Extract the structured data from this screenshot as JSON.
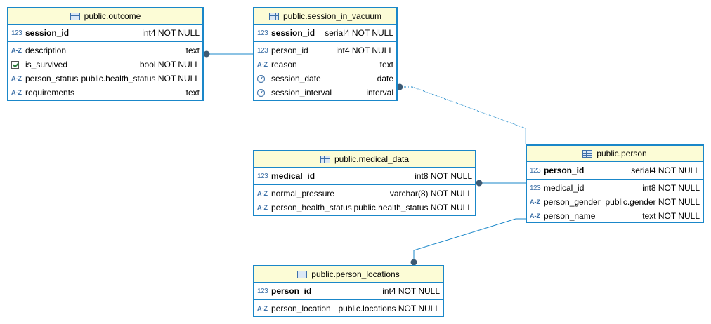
{
  "entities": {
    "outcome": {
      "title": "public.outcome",
      "pk": [
        {
          "icon": "123",
          "name": "session_id",
          "type": "int4 NOT NULL"
        }
      ],
      "columns": [
        {
          "icon": "A-Z",
          "name": "description",
          "type": "text"
        },
        {
          "icon": "check",
          "name": "is_survived",
          "type": "bool NOT NULL"
        },
        {
          "icon": "A-Z",
          "name": "person_status",
          "type": "public.health_status NOT NULL"
        },
        {
          "icon": "A-Z",
          "name": "requirements",
          "type": "text"
        }
      ]
    },
    "session_in_vacuum": {
      "title": "public.session_in_vacuum",
      "pk": [
        {
          "icon": "123",
          "name": "session_id",
          "type": "serial4 NOT NULL"
        }
      ],
      "columns": [
        {
          "icon": "123",
          "name": "person_id",
          "type": "int4 NOT NULL"
        },
        {
          "icon": "A-Z",
          "name": "reason",
          "type": "text"
        },
        {
          "icon": "clock",
          "name": "session_date",
          "type": "date"
        },
        {
          "icon": "clock",
          "name": "session_interval",
          "type": "interval"
        }
      ]
    },
    "medical_data": {
      "title": "public.medical_data",
      "pk": [
        {
          "icon": "123",
          "name": "medical_id",
          "type": "int8 NOT NULL"
        }
      ],
      "columns": [
        {
          "icon": "A-Z",
          "name": "normal_pressure",
          "type": "varchar(8) NOT NULL"
        },
        {
          "icon": "A-Z",
          "name": "person_health_status",
          "type": "public.health_status NOT NULL"
        }
      ]
    },
    "person": {
      "title": "public.person",
      "pk": [
        {
          "icon": "123",
          "name": "person_id",
          "type": "serial4 NOT NULL"
        }
      ],
      "columns": [
        {
          "icon": "123",
          "name": "medical_id",
          "type": "int8 NOT NULL"
        },
        {
          "icon": "A-Z",
          "name": "person_gender",
          "type": "public.gender NOT NULL"
        },
        {
          "icon": "A-Z",
          "name": "person_name",
          "type": "text NOT NULL"
        }
      ]
    },
    "person_locations": {
      "title": "public.person_locations",
      "pk": [
        {
          "icon": "123",
          "name": "person_id",
          "type": "int4 NOT NULL"
        }
      ],
      "columns": [
        {
          "icon": "A-Z",
          "name": "person_location",
          "type": "public.locations NOT NULL"
        }
      ]
    }
  },
  "relations": [
    {
      "from": "outcome",
      "to": "session_in_vacuum",
      "style": "solid"
    },
    {
      "from": "session_in_vacuum",
      "to": "person",
      "style": "dotted"
    },
    {
      "from": "medical_data",
      "to": "person",
      "style": "solid"
    },
    {
      "from": "person_locations",
      "to": "person",
      "style": "solid"
    }
  ],
  "colors": {
    "border": "#1a87c9",
    "header_bg": "#fcfcd6",
    "line": "#1a87c9",
    "dot": "#3d5a73"
  }
}
